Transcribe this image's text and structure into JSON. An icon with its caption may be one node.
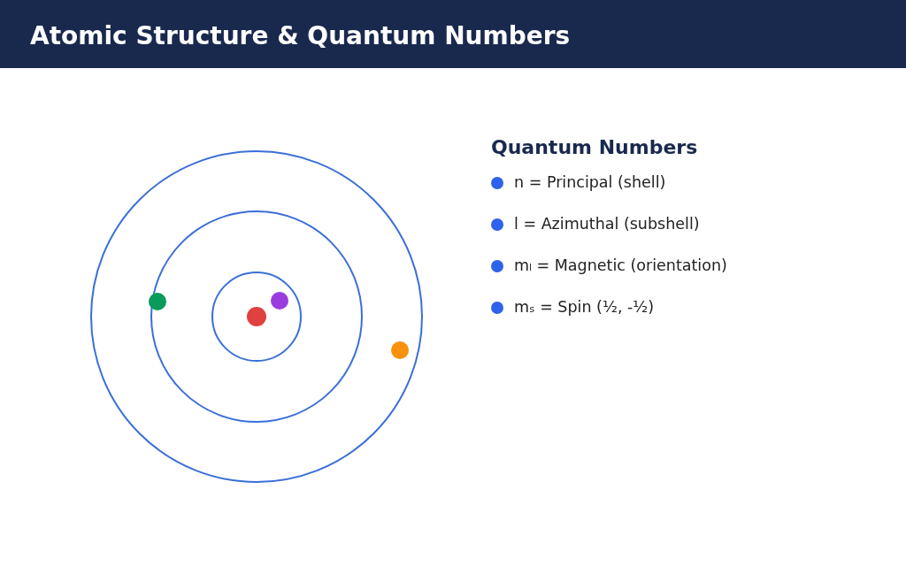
{
  "diagram": {
    "title": "Atomic Structure & Quantum Numbers",
    "labels": [
      "Quantum Numbers"
    ],
    "legend": [
      {
        "text": "n = Principal (shell)",
        "color": "#2f62ea"
      },
      {
        "text": "l = Azimuthal (subshell)",
        "color": "#2f62ea"
      },
      {
        "text": "mₗ = Magnetic (orientation)",
        "color": "#2f62ea"
      },
      {
        "text": "mₛ = Spin (½, -½)",
        "color": "#2f62ea"
      }
    ]
  }
}
